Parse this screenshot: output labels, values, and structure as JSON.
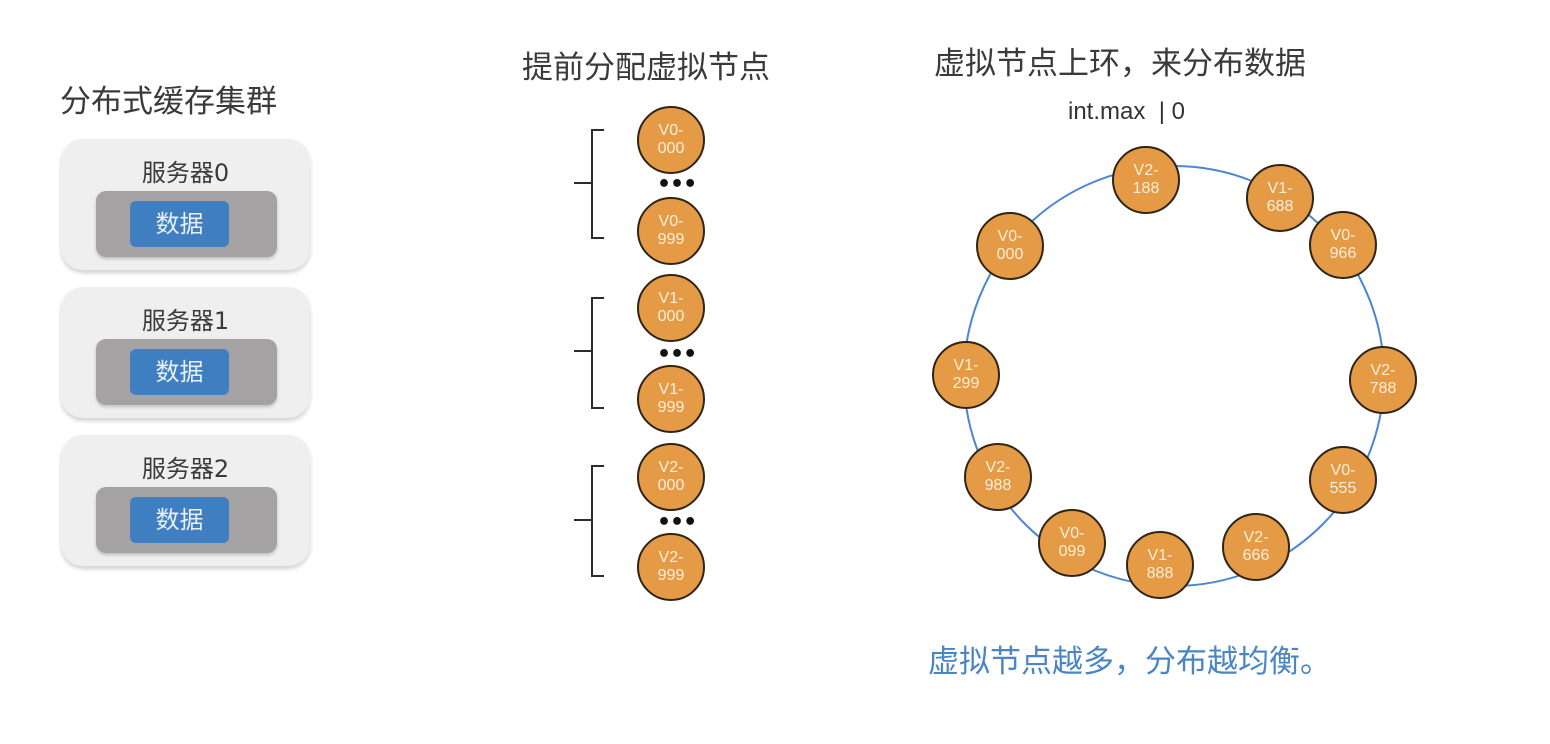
{
  "left_panel": {
    "title": "分布式缓存集群",
    "servers": [
      {
        "label": "服务器0",
        "data_label": "数据"
      },
      {
        "label": "服务器1",
        "data_label": "数据"
      },
      {
        "label": "服务器2",
        "data_label": "数据"
      }
    ]
  },
  "middle_panel": {
    "title": "提前分配虚拟节点",
    "groups": [
      {
        "first": {
          "line1": "V0-",
          "line2": "000"
        },
        "ellipsis": "•••",
        "last": {
          "line1": "V0-",
          "line2": "999"
        }
      },
      {
        "first": {
          "line1": "V1-",
          "line2": "000"
        },
        "ellipsis": "•••",
        "last": {
          "line1": "V1-",
          "line2": "999"
        }
      },
      {
        "first": {
          "line1": "V2-",
          "line2": "000"
        },
        "ellipsis": "•••",
        "last": {
          "line1": "V2-",
          "line2": "999"
        }
      }
    ]
  },
  "right_panel": {
    "title": "虚拟节点上环，来分布数据",
    "ring_label": "int.max  | 0",
    "ring_nodes": [
      {
        "line1": "V2-",
        "line2": "188"
      },
      {
        "line1": "V1-",
        "line2": "688"
      },
      {
        "line1": "V0-",
        "line2": "966"
      },
      {
        "line1": "V2-",
        "line2": "788"
      },
      {
        "line1": "V0-",
        "line2": "555"
      },
      {
        "line1": "V2-",
        "line2": "666"
      },
      {
        "line1": "V1-",
        "line2": "888"
      },
      {
        "line1": "V0-",
        "line2": "099"
      },
      {
        "line1": "V2-",
        "line2": "988"
      },
      {
        "line1": "V1-",
        "line2": "299"
      },
      {
        "line1": "V0-",
        "line2": "000"
      }
    ],
    "caption": "虚拟节点越多，分布越均衡。"
  },
  "colors": {
    "node_fill": "#e59a45",
    "ring_line": "#4a86d4",
    "data_chip": "#3f7fc1",
    "caption": "#4a86c4"
  }
}
